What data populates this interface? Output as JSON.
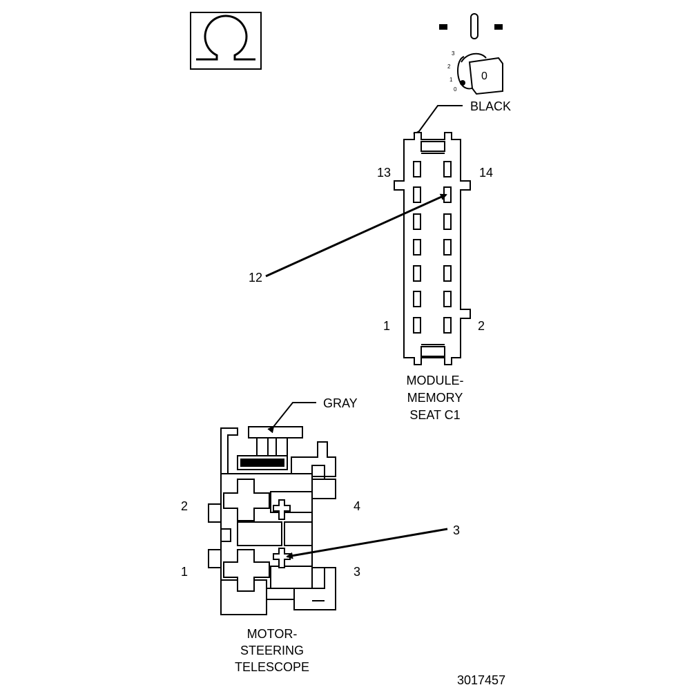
{
  "ohm_symbol": {
    "icon": "ohm-icon",
    "glyph": "Ω"
  },
  "ignition": {
    "positions": [
      "3",
      "2",
      "1",
      "0"
    ],
    "key_label": "0"
  },
  "connector_c1": {
    "color_label": "BLACK",
    "pin_labels": {
      "top_left": "13",
      "top_right": "14",
      "bottom_left": "1",
      "bottom_right": "2"
    },
    "callout": "12",
    "name_lines": [
      "MODULE-",
      "MEMORY",
      "SEAT C1"
    ]
  },
  "connector_motor": {
    "color_label": "GRAY",
    "pin_labels": {
      "top_left": "2",
      "top_right": "4",
      "bottom_left": "1",
      "bottom_right": "3"
    },
    "callout": "3",
    "name_lines": [
      "MOTOR-",
      "STEERING",
      "TELESCOPE"
    ]
  },
  "figure_number": "3017457"
}
